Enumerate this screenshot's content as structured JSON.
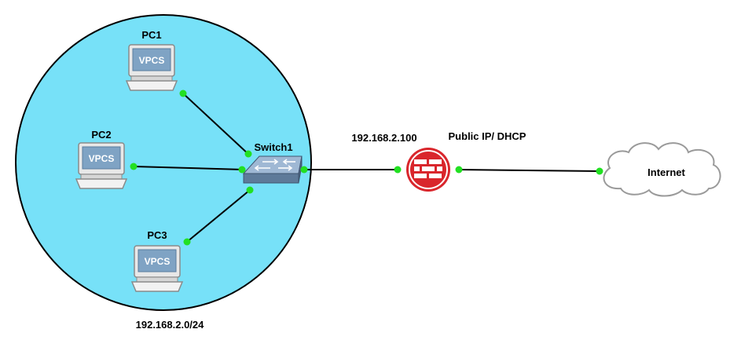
{
  "network": {
    "subnet_label": "192.168.2.0/24",
    "zone_color": "#77e1f8"
  },
  "nodes": {
    "pc1": {
      "label": "PC1",
      "screen_text": "VPCS"
    },
    "pc2": {
      "label": "PC2",
      "screen_text": "VPCS"
    },
    "pc3": {
      "label": "PC3",
      "screen_text": "VPCS"
    },
    "switch": {
      "label": "Switch1",
      "icon": "switch-icon"
    },
    "firewall": {
      "icon": "firewall-icon",
      "color": "#d9262c"
    },
    "internet": {
      "label": "Internet",
      "icon": "cloud-icon"
    }
  },
  "links": {
    "lan_ip_label": "192.168.2.100",
    "wan_label": "Public IP/ DHCP",
    "endpoint_color": "#22e022"
  }
}
